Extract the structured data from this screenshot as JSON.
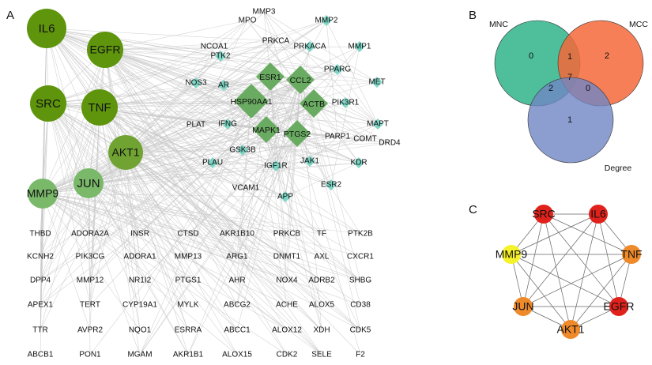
{
  "panel_labels": {
    "a": "A",
    "b": "B",
    "c": "C"
  },
  "colors": {
    "hub_dark": "#5e950c",
    "hub_mid": "#70a332",
    "hub_light": "#7ab86a",
    "diamond_dark": "#6aab62",
    "diamond_light": "#7fd6c6",
    "edge": "#c6c6c6",
    "venn_mnc": "#2fb389",
    "venn_mcc": "#f4683a",
    "venn_degree": "#6f86c4",
    "c_red": "#e1221c",
    "c_orange": "#ef8a2a",
    "c_yellow": "#f6f22a"
  },
  "network": {
    "hubs": [
      "IL6",
      "EGFR",
      "SRC",
      "TNF",
      "AKT1",
      "JUN",
      "MMP9"
    ],
    "core_diamonds": [
      "ESR1",
      "CCL2",
      "HSP90AA1",
      "ACTB",
      "MAPK1",
      "PTGS2"
    ],
    "mid_targets": [
      "MMP3",
      "MPO",
      "MMP2",
      "NCOA1",
      "PRKCA",
      "PRKACA",
      "MMP1",
      "PTK2",
      "PPARG",
      "NOS3",
      "AR",
      "MET",
      "PIK3R1",
      "PLAT",
      "IFNG",
      "MAPT",
      "PARP1",
      "COMT",
      "DRD4",
      "GSK3B",
      "PLAU",
      "IGF1R",
      "JAK1",
      "KDR",
      "VCAM1",
      "ESR2",
      "APP"
    ],
    "grid_rows": [
      [
        "THBD",
        "ADORA2A",
        "INSR",
        "CTSD",
        "AKR1B10",
        "PRKCB",
        "TF",
        "PTK2B"
      ],
      [
        "KCNH2",
        "PIK3CG",
        "ADORA1",
        "MMP13",
        "ARG1",
        "DNMT1",
        "AXL",
        "CXCR1"
      ],
      [
        "DPP4",
        "MMP12",
        "NR1I2",
        "PTGS1",
        "AHR",
        "NOX4",
        "ADRB2",
        "SHBG"
      ],
      [
        "APEX1",
        "TERT",
        "CYP19A1",
        "MYLK",
        "ABCG2",
        "ACHE",
        "ALOX5",
        "CD38"
      ],
      [
        "TTR",
        "AVPR2",
        "NQO1",
        "ESRRA",
        "ABCC1",
        "ALOX12",
        "XDH",
        "CDK5"
      ],
      [
        "ABCB1",
        "PON1",
        "MGAM",
        "AKR1B1",
        "ALOX15",
        "CDK2",
        "SELE",
        "F2"
      ]
    ]
  },
  "venn": {
    "sets": [
      "MNC",
      "MCC",
      "Degree"
    ],
    "values": {
      "mnc_only": "0",
      "mcc_only": "2",
      "degree_only": "1",
      "mnc_mcc": "1",
      "mnc_degree": "2",
      "mcc_degree": "0",
      "all": "7"
    }
  },
  "core_network": {
    "nodes": [
      "SRC",
      "IL6",
      "MMP9",
      "TNF",
      "JUN",
      "EGFR",
      "AKT1"
    ]
  }
}
